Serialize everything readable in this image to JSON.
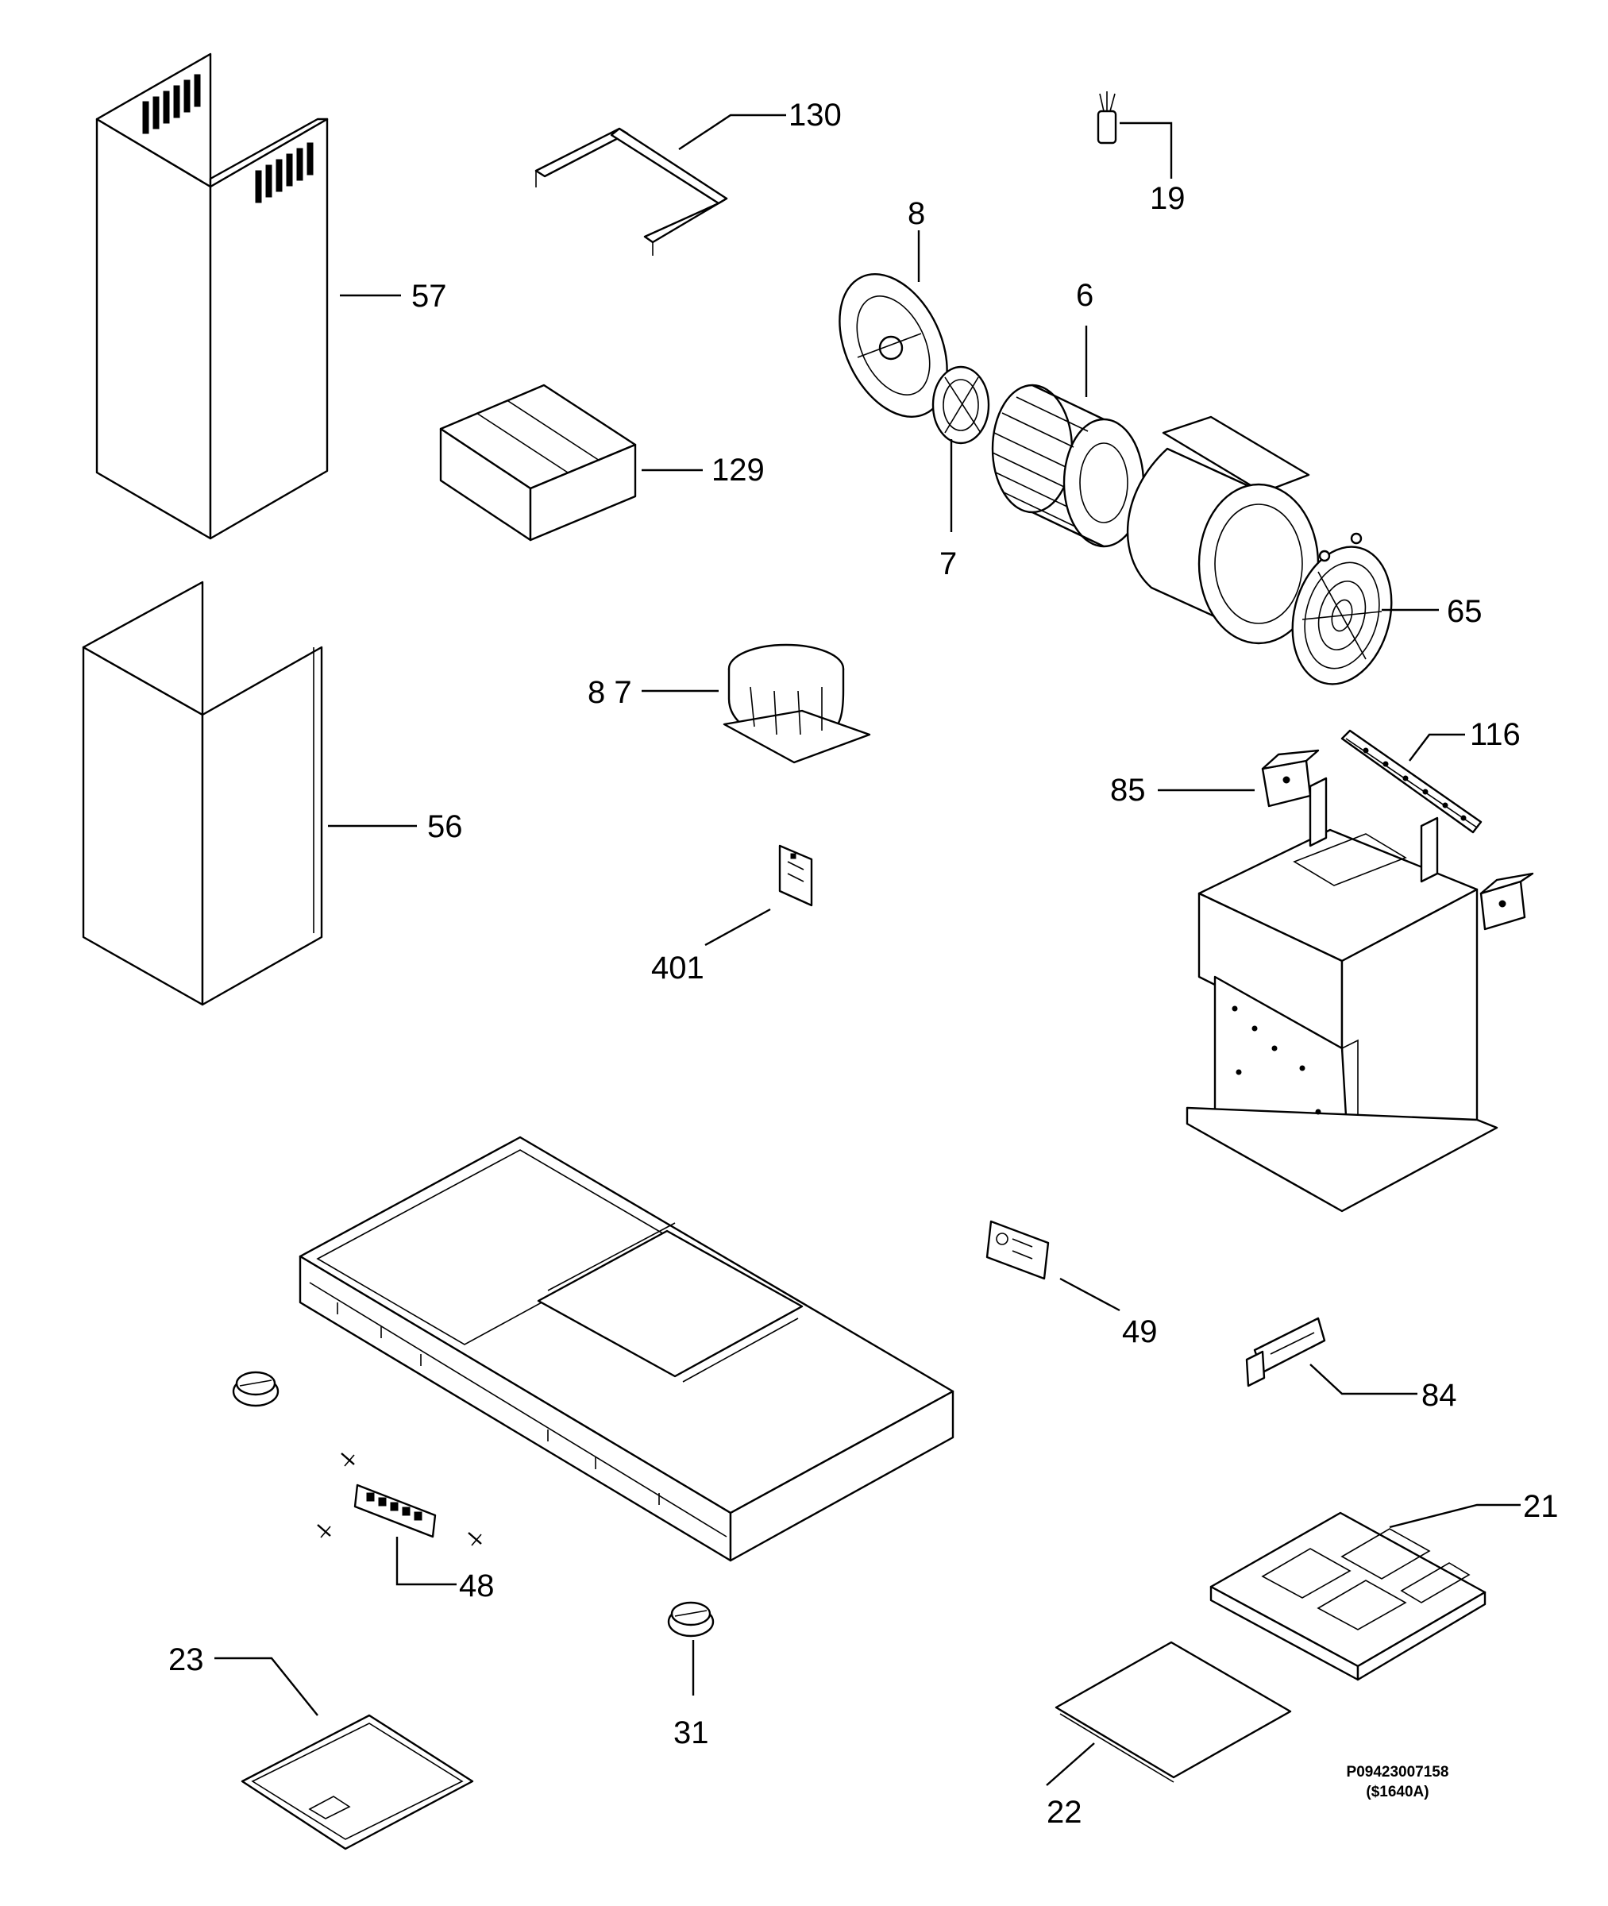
{
  "callouts": {
    "c130": "130",
    "c19": "19",
    "c8": "8",
    "c57": "57",
    "c6": "6",
    "c129": "129",
    "c7": "7",
    "c65": "65",
    "c87": "8 7",
    "c116": "116",
    "c85": "85",
    "c56": "56",
    "c401": "401",
    "c49": "49",
    "c84": "84",
    "c21": "21",
    "c48": "48",
    "c23": "23",
    "c31": "31",
    "c22": "22"
  },
  "reference": {
    "code": "P09423007158",
    "revision": "($1640A)"
  },
  "colors": {
    "line": "#000000",
    "background": "#ffffff"
  }
}
